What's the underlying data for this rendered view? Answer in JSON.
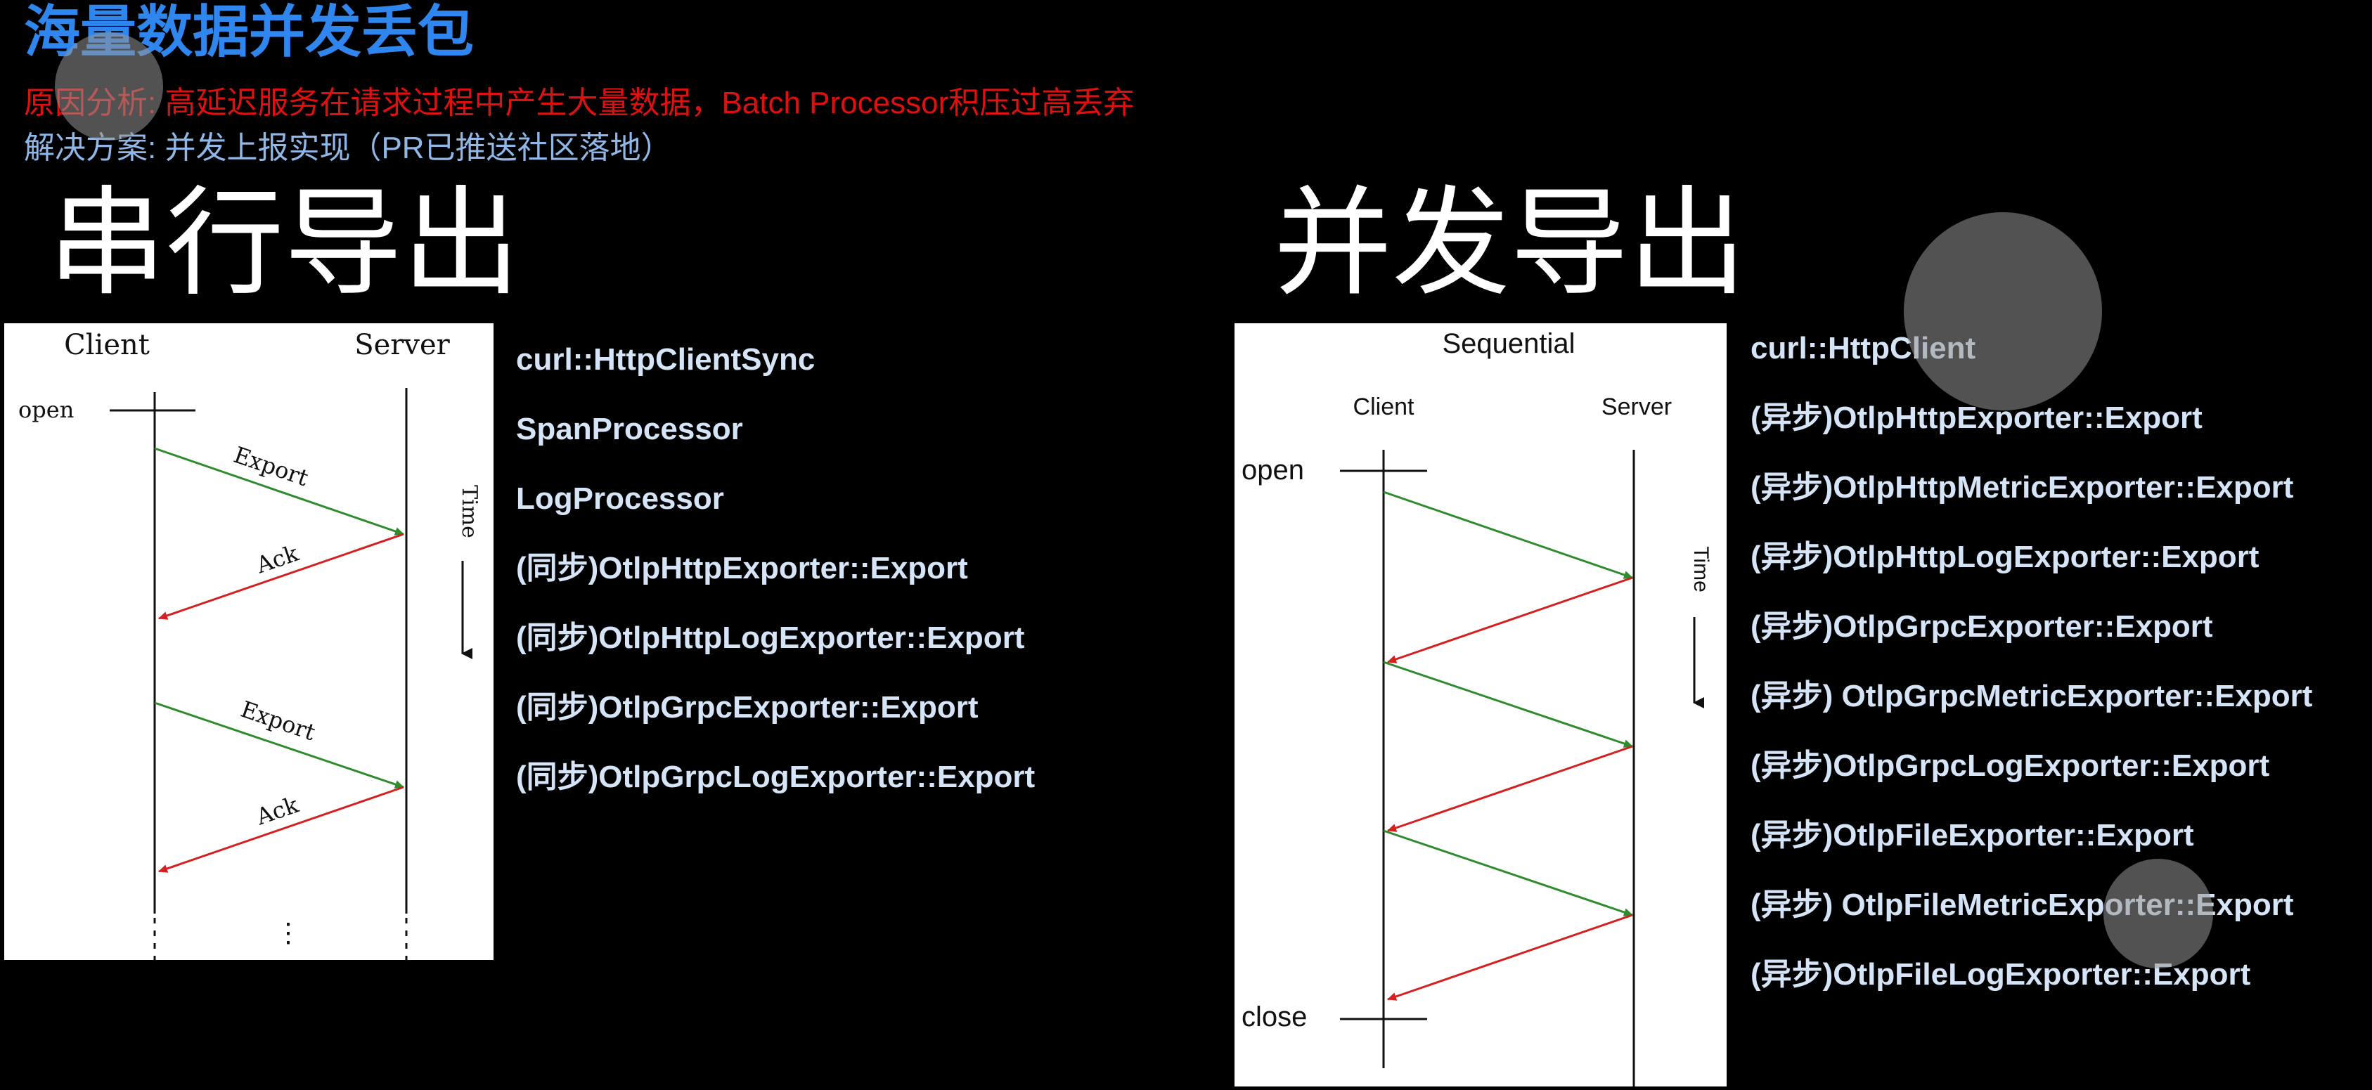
{
  "header": {
    "title": "海量数据并发丢包",
    "cause": "原因分析: 高延迟服务在请求过程中产生大量数据，Batch Processor积压过高丢弃",
    "solution": "解决方案: 并发上报实现（PR已推送社区落地）"
  },
  "serial": {
    "heading": "串行导出",
    "diagram": {
      "client_label": "Client",
      "server_label": "Server",
      "open_label": "open",
      "time_label": "Time",
      "export_label_1": "Export",
      "ack_label_1": "Ack",
      "export_label_2": "Export",
      "ack_label_2": "Ack",
      "ellipsis": "⋮"
    },
    "items": [
      "curl::HttpClientSync",
      "SpanProcessor",
      "LogProcessor",
      "(同步)OtlpHttpExporter::Export",
      "(同步)OtlpHttpLogExporter::Export",
      "(同步)OtlpGrpcExporter::Export",
      "(同步)OtlpGrpcLogExporter::Export"
    ]
  },
  "concurrent": {
    "heading": "并发导出",
    "diagram": {
      "title": "Sequential",
      "client_label": "Client",
      "server_label": "Server",
      "open_label": "open",
      "close_label": "close",
      "time_label": "Time"
    },
    "items": [
      "curl::HttpClient",
      "(异步)OtlpHttpExporter::Export",
      "(异步)OtlpHttpMetricExporter::Export",
      "(异步)OtlpHttpLogExporter::Export",
      "(异步)OtlpGrpcExporter::Export",
      "(异步) OtlpGrpcMetricExporter::Export",
      "(异步)OtlpGrpcLogExporter::Export",
      "(异步)OtlpFileExporter::Export",
      "(异步) OtlpFileMetricExporter::Export",
      "(异步)OtlpFileLogExporter::Export"
    ]
  },
  "colors": {
    "title": "#2f86ee",
    "cause": "#e01010",
    "solution": "#8fb8e8",
    "list_text": "#d6e4f7",
    "export_arrow": "#2e8b2e",
    "ack_arrow": "#d42020"
  }
}
